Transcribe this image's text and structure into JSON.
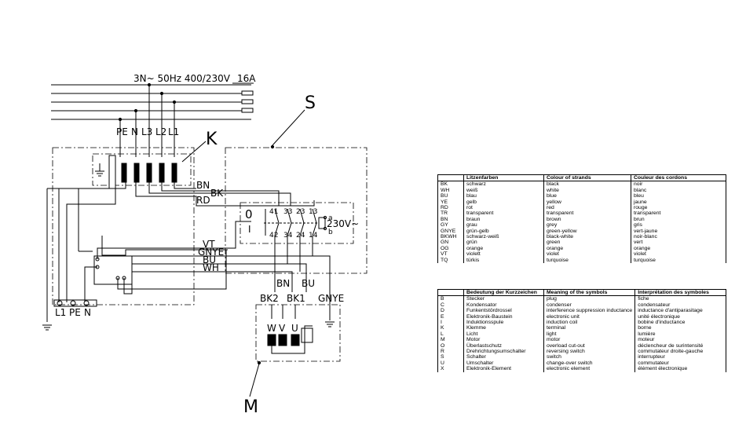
{
  "supply_label": "3N~ 50Hz 400/230V",
  "fuse_label": "16A",
  "top_terminals": [
    "PE",
    "N",
    "L3",
    "L2",
    "L1"
  ],
  "component_letters": {
    "k": "K",
    "s": "S",
    "m": "M"
  },
  "wire_labels": {
    "bn": "BN",
    "bk": "BK",
    "rd": "RD",
    "vt": "VT",
    "gnye": "GNYE",
    "bu": "BU",
    "wh": "WH"
  },
  "switch": {
    "left_label": "0",
    "left_label2": "I",
    "top_contacts": [
      "41",
      "33",
      "23",
      "13"
    ],
    "bottom_contacts": [
      "42",
      "34",
      "24",
      "14"
    ],
    "coil_label": "230V~",
    "coil_a": "a",
    "coil_b": "b"
  },
  "motor_feed_labels": {
    "bn": "BN",
    "bu": "BU"
  },
  "motor_wire_labels": [
    "BK2",
    "BK1",
    "GNYE"
  ],
  "motor_windings": [
    "W",
    "V",
    "U"
  ],
  "bottom_terminals": [
    "L1",
    "PE",
    "N"
  ],
  "colour_table": {
    "headers": [
      "",
      "Litzenfarben",
      "Colour of strands",
      "Couleur des cordons"
    ],
    "rows": [
      [
        "BK",
        "schwarz",
        "black",
        "noir"
      ],
      [
        "WH",
        "weiß",
        "white",
        "blanc"
      ],
      [
        "BU",
        "blau",
        "blue",
        "bleu"
      ],
      [
        "YE",
        "gelb",
        "yellow",
        "jaune"
      ],
      [
        "RD",
        "rot",
        "red",
        "rouge"
      ],
      [
        "TR",
        "transparent",
        "transparent",
        "transparent"
      ],
      [
        "BN",
        "braun",
        "brown",
        "brun"
      ],
      [
        "GY",
        "grau",
        "grey",
        "gris"
      ],
      [
        "GNYE",
        "grün-gelb",
        "green-yellow",
        "vert-jaune"
      ],
      [
        "BKWH",
        "schwarz-weiß",
        "black-white",
        "noir-blanc"
      ],
      [
        "GN",
        "grün",
        "green",
        "vert"
      ],
      [
        "OG",
        "orange",
        "orange",
        "orange"
      ],
      [
        "VT",
        "violett",
        "violet",
        "violet"
      ],
      [
        "TQ",
        "türkis",
        "turquoise",
        "turquoise"
      ]
    ]
  },
  "symbol_table": {
    "headers": [
      "",
      "Bedeutung der Kurzzeichen",
      "Meaning of the symbols",
      "Interprétation des symboles"
    ],
    "rows": [
      [
        "B",
        "Stecker",
        "plug",
        "fiche"
      ],
      [
        "C",
        "Kondensator",
        "condenser",
        "condensateur"
      ],
      [
        "D",
        "Funkentstördrossel",
        "interference suppression inductance",
        "inductance d'antiparasitage"
      ],
      [
        "E",
        "Elektronik-Baustein",
        "electronic unit",
        "unité électronique"
      ],
      [
        "I",
        "Induktionsspule",
        "induction coil",
        "bobine d'inductance"
      ],
      [
        "K",
        "Klemme",
        "terminal",
        "borne"
      ],
      [
        "L",
        "Licht",
        "light",
        "lumière"
      ],
      [
        "M",
        "Motor",
        "motor",
        "moteur"
      ],
      [
        "O",
        "Überlastschutz",
        "overload cut-out",
        "déclencheur de surintensité"
      ],
      [
        "R",
        "Drehrichtungsumschalter",
        "reversing switch",
        "commutateur droite-gauche"
      ],
      [
        "S",
        "Schalter",
        "switch",
        "interrupteur"
      ],
      [
        "U",
        "Umschalter",
        "change-over switch",
        "commutateur"
      ],
      [
        "X",
        "Elektronik-Element",
        "electronic element",
        "élément électronique"
      ]
    ]
  }
}
